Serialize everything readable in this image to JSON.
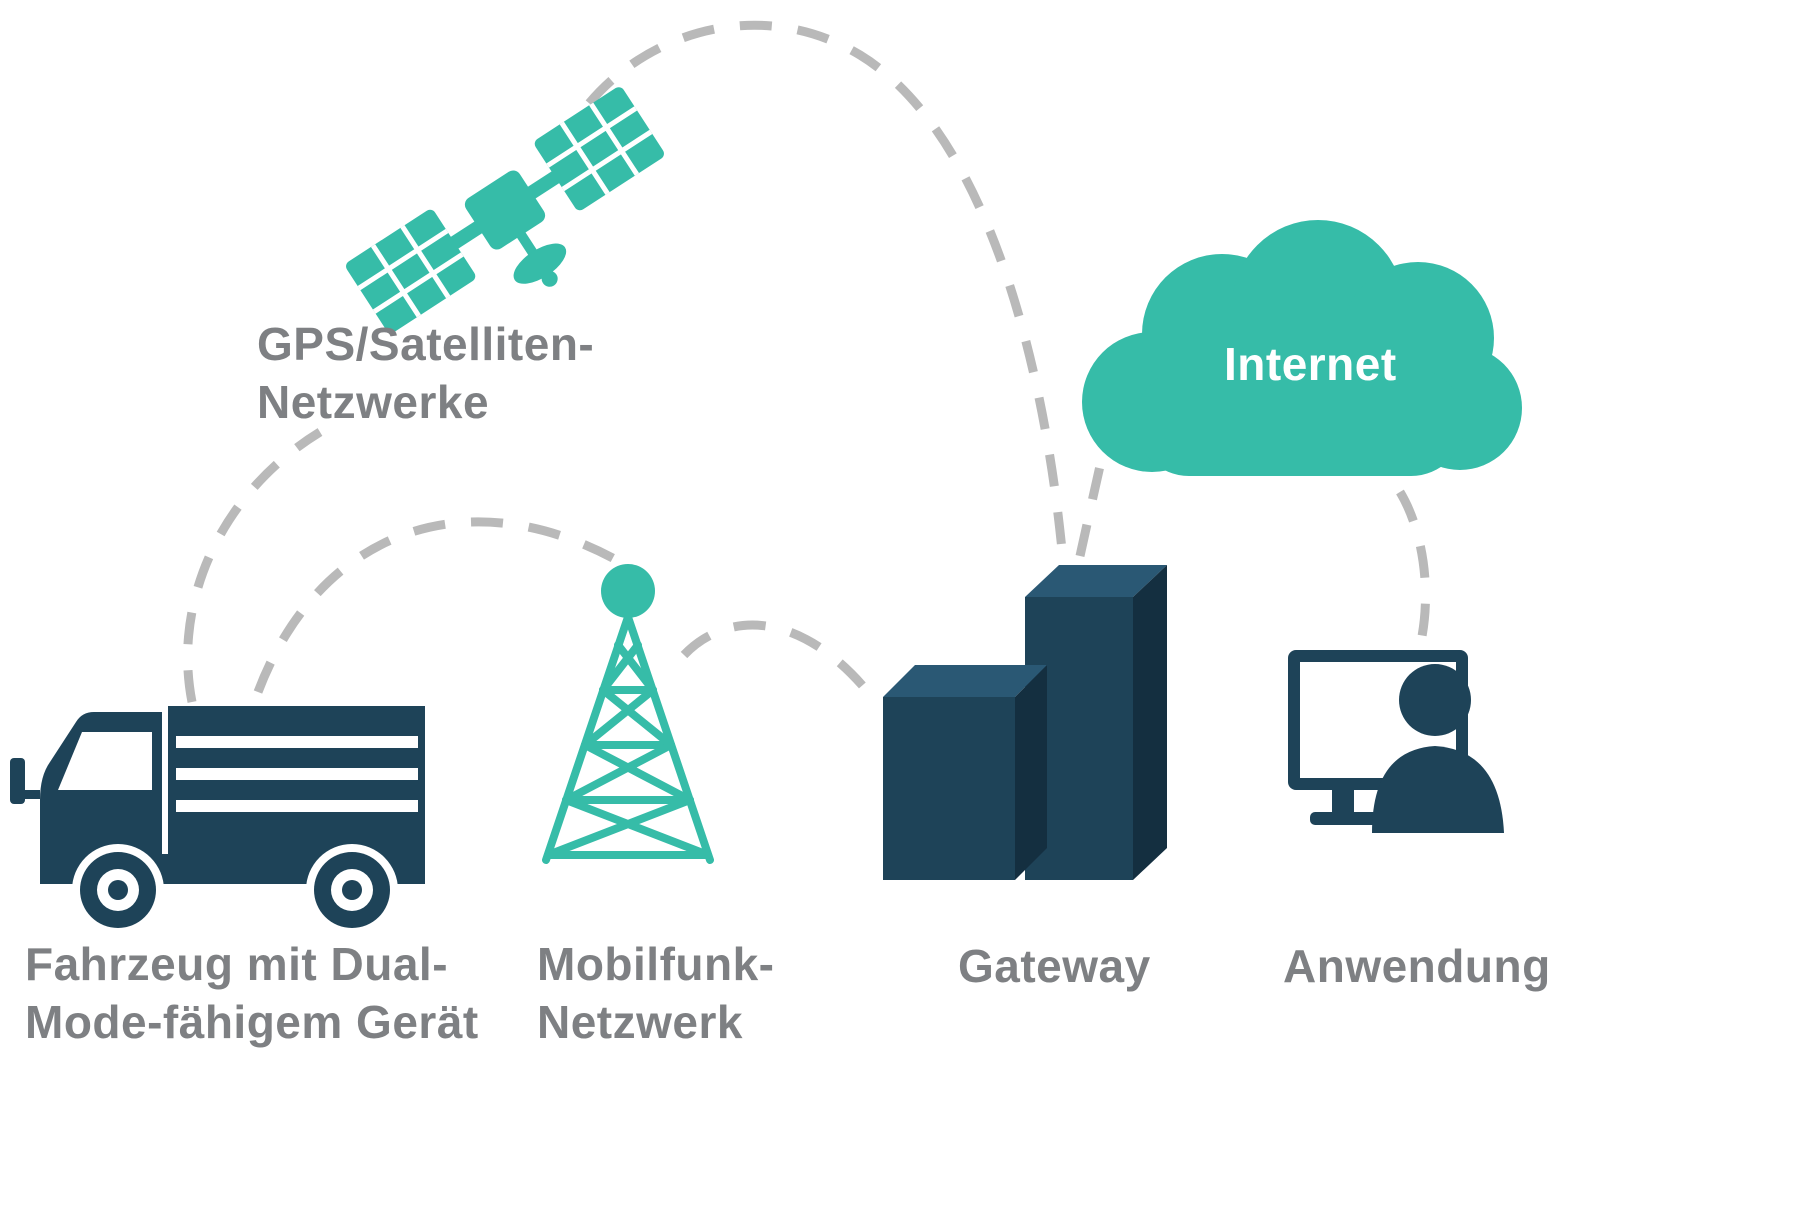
{
  "colors": {
    "teal": "#36bca8",
    "navy": "#1e4358",
    "label_gray": "#7e8083",
    "connector_gray": "#b9b9b9",
    "internet_text": "#ffffff"
  },
  "nodes": {
    "satellite": {
      "label": "GPS/Satelliten-\nNetzwerke"
    },
    "vehicle": {
      "label": "Fahrzeug mit Dual-\nMode-fähigem Gerät"
    },
    "cellular": {
      "label": "Mobilfunk-\nNetzwerk"
    },
    "gateway": {
      "label": "Gateway"
    },
    "internet": {
      "label": "Internet"
    },
    "application": {
      "label": "Anwendung"
    }
  }
}
